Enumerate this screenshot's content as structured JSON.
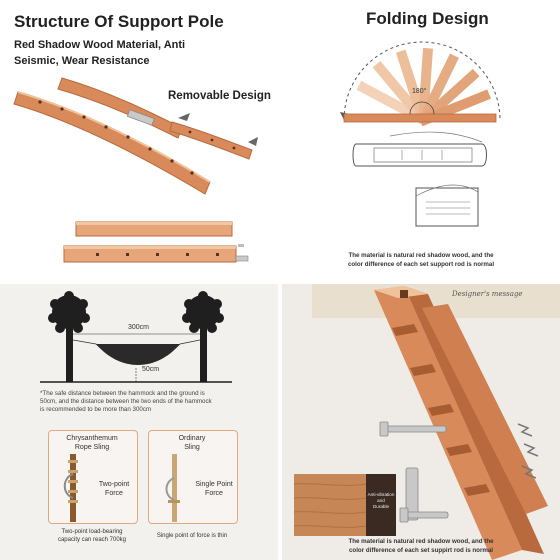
{
  "panel1": {
    "title": "Structure Of Support Pole",
    "subtitle_line1": "Red Shadow Wood Material, Anti",
    "subtitle_line2": "Seismic, Wear Resistance",
    "removable_label": "Removable Design"
  },
  "panel2": {
    "title": "Folding Design",
    "angle_label": "180°",
    "caption_line1": "The material is natural red shadow wood, and the",
    "caption_line2": "color difference of each set support rod is normal"
  },
  "panel3": {
    "distance_label": "300cm",
    "height_label": "50cm",
    "note_line1": "*The safe distance between the hammock and the ground is",
    "note_line2": "50cm, and the distance between the two ends of the hammock",
    "note_line3": "is recommended to be more than 300cm",
    "left_box_title_line1": "Chrysanthemum",
    "left_box_title_line2": "Rope Sling",
    "left_force_line1": "Two-point",
    "left_force_line2": "Force",
    "left_caption_line1": "Two-point load-bearing",
    "left_caption_line2": "capacity can reach 700kg",
    "right_box_title_line1": "Ordinary",
    "right_box_title_line2": "Sling",
    "right_force_line1": "Single Point",
    "right_force_line2": "Force",
    "right_caption": "Single point of force is thin"
  },
  "panel4": {
    "sign_text": "Designer's message",
    "swatch_label_line1": "Anti-vibration",
    "swatch_label_line2": "and",
    "swatch_label_line3": "Durable",
    "caption_line1": "The material is natural red shadow wood, and the",
    "caption_line2": "color difference of each set suppirt rod is normal"
  },
  "colors": {
    "wood": "#d98a5a",
    "wood_dark": "#b86a3e",
    "wood_light": "#f0c29c",
    "tree": "#1f1f1f",
    "box_border": "#e1a97f"
  }
}
